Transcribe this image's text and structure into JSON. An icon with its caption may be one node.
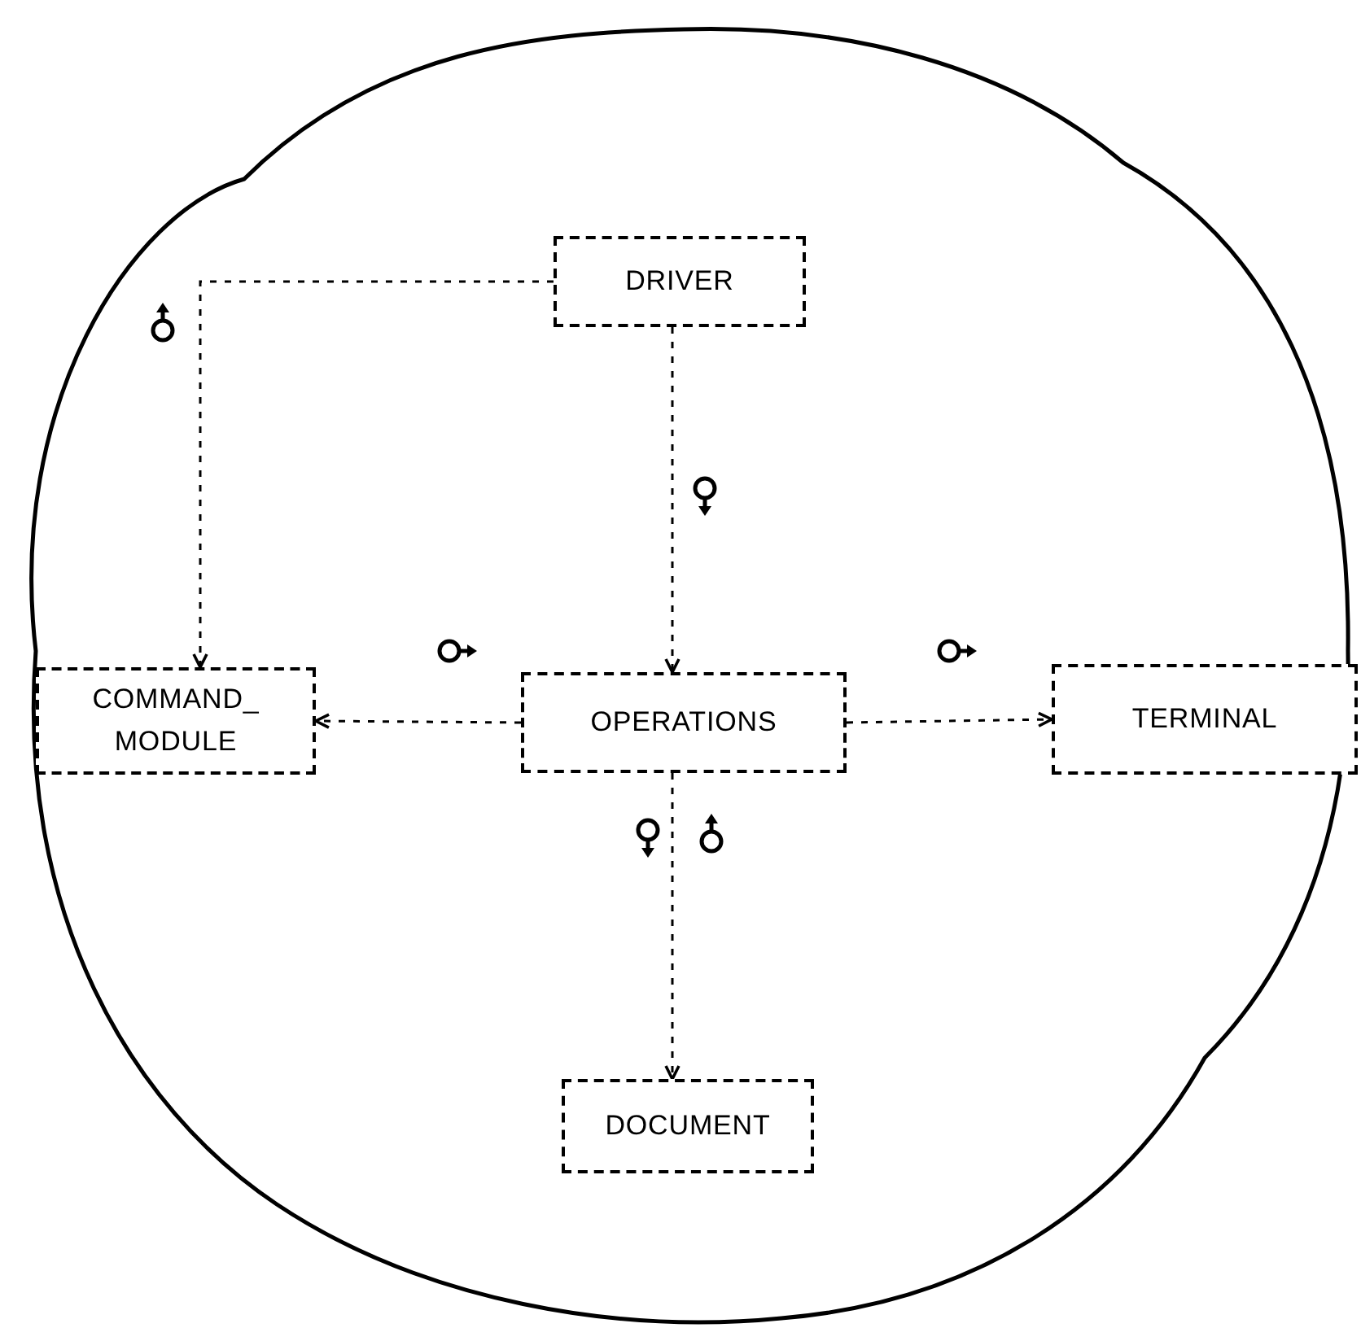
{
  "diagram": {
    "nodes": [
      {
        "text": [
          "DRIVER"
        ]
      },
      {
        "text": [
          "COMMAND_ MODULE"
        ]
      },
      {
        "text": [
          "OPERATIONS"
        ]
      },
      {
        "text": [
          "TERMINAL"
        ]
      },
      {
        "text": [
          "DOCUMENT"
        ]
      }
    ],
    "edges": [
      {
        "from": 0,
        "to": 1,
        "arrow": "to",
        "style": "dashed"
      },
      {
        "from": 0,
        "to": 2,
        "arrow": "to",
        "style": "dashed"
      },
      {
        "from": 2,
        "to": 1,
        "arrow": "to",
        "style": "dashed"
      },
      {
        "from": 2,
        "to": 3,
        "arrow": "to",
        "style": "dashed"
      },
      {
        "from": 2,
        "to": 4,
        "arrow": "to",
        "style": "dashed"
      }
    ]
  }
}
